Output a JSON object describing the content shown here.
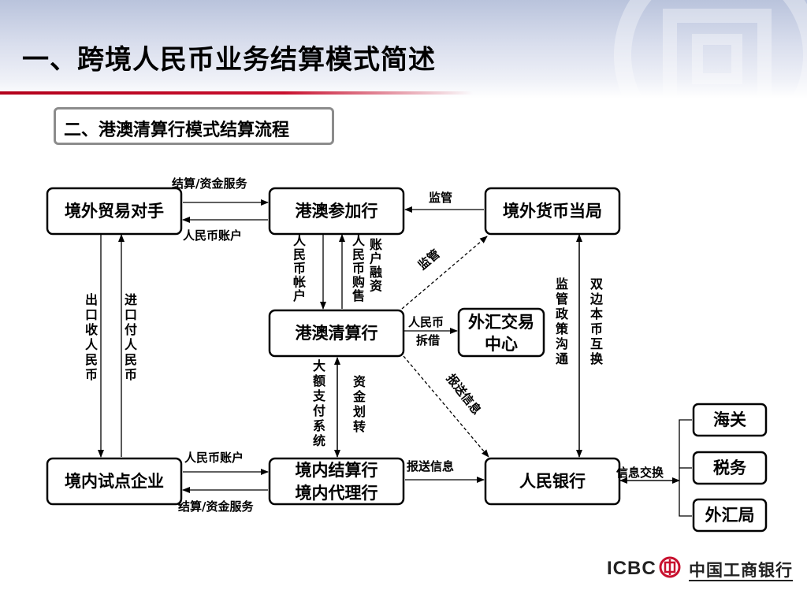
{
  "header": {
    "title": "一、跨境人民币业务结算模式简述",
    "subtitle": "二、港澳清算行模式结算流程"
  },
  "nodes": {
    "foreign_trader": "境外贸易对手",
    "hk_participant": "港澳参加行",
    "foreign_authority": "境外货币当局",
    "hk_clearing": "港澳清算行",
    "fx_center_line1": "外汇交易",
    "fx_center_line2": "中心",
    "domestic_enterprise": "境内试点企业",
    "domestic_bank_line1": "境内结算行",
    "domestic_bank_line2": "境内代理行",
    "pboc": "人民银行",
    "customs": "海关",
    "tax": "税务",
    "safe": "外汇局"
  },
  "labels": {
    "settlement_service_top": "结算/资金服务",
    "rmb_account_top": "人民币账户",
    "supervision_top": "监管",
    "rmb_account_v": "人民币帐户",
    "rmb_purchase_v": "人民币购售",
    "account_financing_v": "账户融资",
    "supervision_diag": "监管",
    "export_receive_v": "出口收人民币",
    "import_pay_v": "进口付人民币",
    "rmb_lending_1": "人民币",
    "rmb_lending_2": "拆借",
    "policy_comm_v": "监管政策沟通",
    "currency_swap_v": "双边本币互换",
    "report_info_diag": "报送信息",
    "hvps_v": "大额支付系统",
    "fund_transfer_v": "资金划转",
    "rmb_account_bottom": "人民币账户",
    "settlement_service_bottom": "结算/资金服务",
    "report_info_bottom": "报送信息",
    "info_exchange": "信息交换"
  },
  "footer": {
    "logo_en": "ICBC",
    "logo_cn": "中国工商银行"
  },
  "colors": {
    "accent_red": "#c8102e",
    "header_blue": "#c3cbe1"
  }
}
